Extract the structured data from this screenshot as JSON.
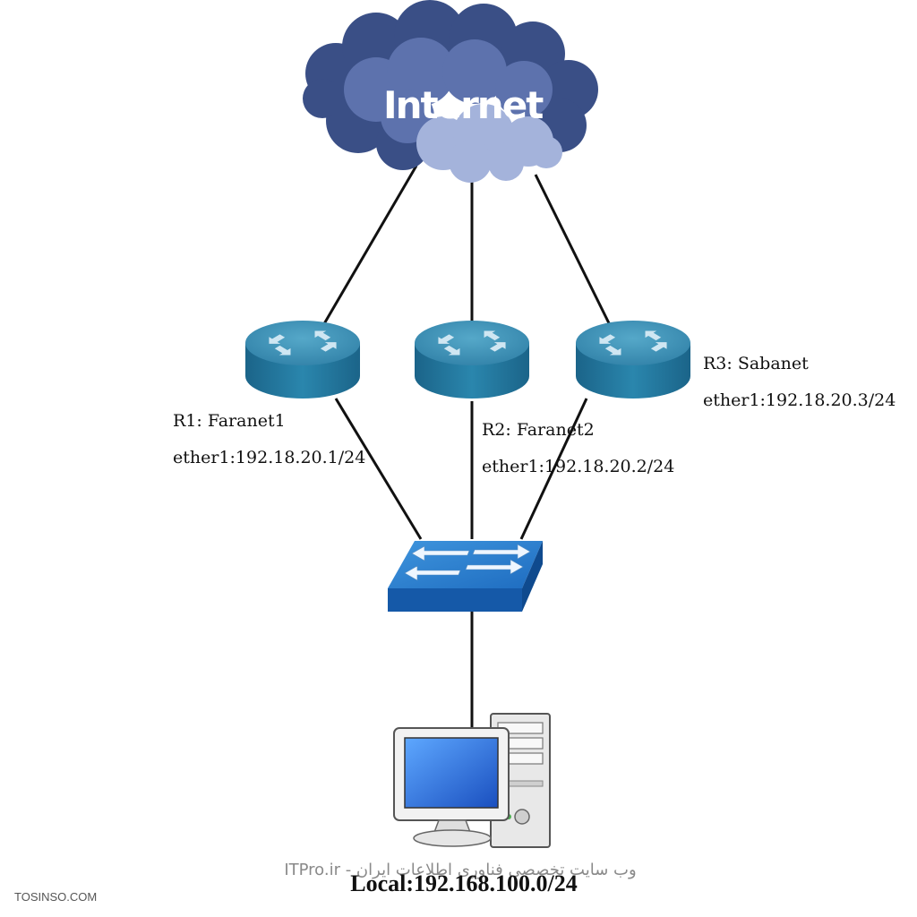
{
  "cloud": {
    "label": "Internet"
  },
  "routers": [
    {
      "name": "R1: Faranet1",
      "interface": "ether1:192.18.20.1/24"
    },
    {
      "name": "R2: Faranet2",
      "interface": "ether1:192.18.20.2/24"
    },
    {
      "name": "R3: Sabanet",
      "interface": "ether1:192.18.20.3/24"
    }
  ],
  "local": {
    "label": "Local:192.168.100.0/24"
  },
  "watermarks": {
    "itpro": "وب سایت تخصصی فناوری اطلاعات ایران - ITPro.ir",
    "tosinso": "TOSINSO.COM"
  },
  "colors": {
    "router_top": "#3f93b8",
    "router_side": "#1f6f94",
    "switch_top": "#2d7fc8",
    "switch_side": "#1559a8",
    "cloud_dark": "#3a4f86",
    "cloud_light": "#a4b3db",
    "link": "#111111"
  },
  "icons": [
    "cloud-icon",
    "router-icon",
    "switch-icon",
    "workstation-icon"
  ]
}
